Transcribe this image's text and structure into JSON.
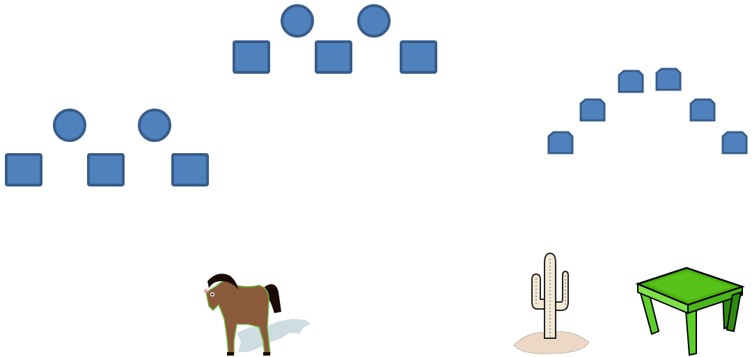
{
  "scene": {
    "background": "#ffffff",
    "shape_fill": "#4f81bd",
    "shape_stroke": "#385d8a",
    "groups": [
      {
        "name": "pattern-group-top",
        "shapes": [
          "square",
          "circle",
          "square",
          "circle",
          "square"
        ]
      },
      {
        "name": "pattern-group-left",
        "shapes": [
          "square",
          "circle",
          "square",
          "circle",
          "square"
        ]
      },
      {
        "name": "pattern-group-right",
        "shapes": [
          "snip-square",
          "snip-square",
          "snip-square",
          "snip-square",
          "snip-square",
          "snip-square"
        ]
      }
    ],
    "clipart": [
      {
        "name": "horse-clipart",
        "icon": "horse-icon"
      },
      {
        "name": "cactus-clipart",
        "icon": "cactus-icon"
      },
      {
        "name": "table-clipart",
        "icon": "table-icon"
      }
    ]
  }
}
